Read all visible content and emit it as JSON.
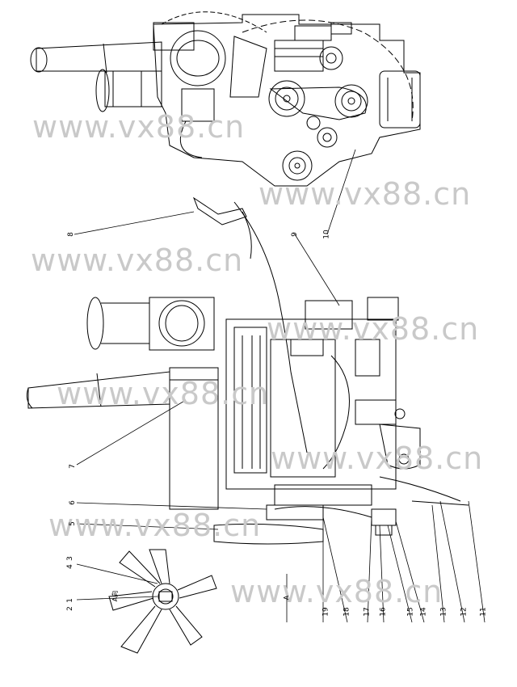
{
  "watermark": "www.vx88.cn",
  "callouts": [
    "1",
    "2",
    "3",
    "4",
    "5",
    "6",
    "7",
    "8",
    "9",
    "10",
    "11",
    "12",
    "13",
    "14",
    "15",
    "16",
    "17",
    "18",
    "19"
  ],
  "view_label": "A向",
  "view_marker": "A"
}
